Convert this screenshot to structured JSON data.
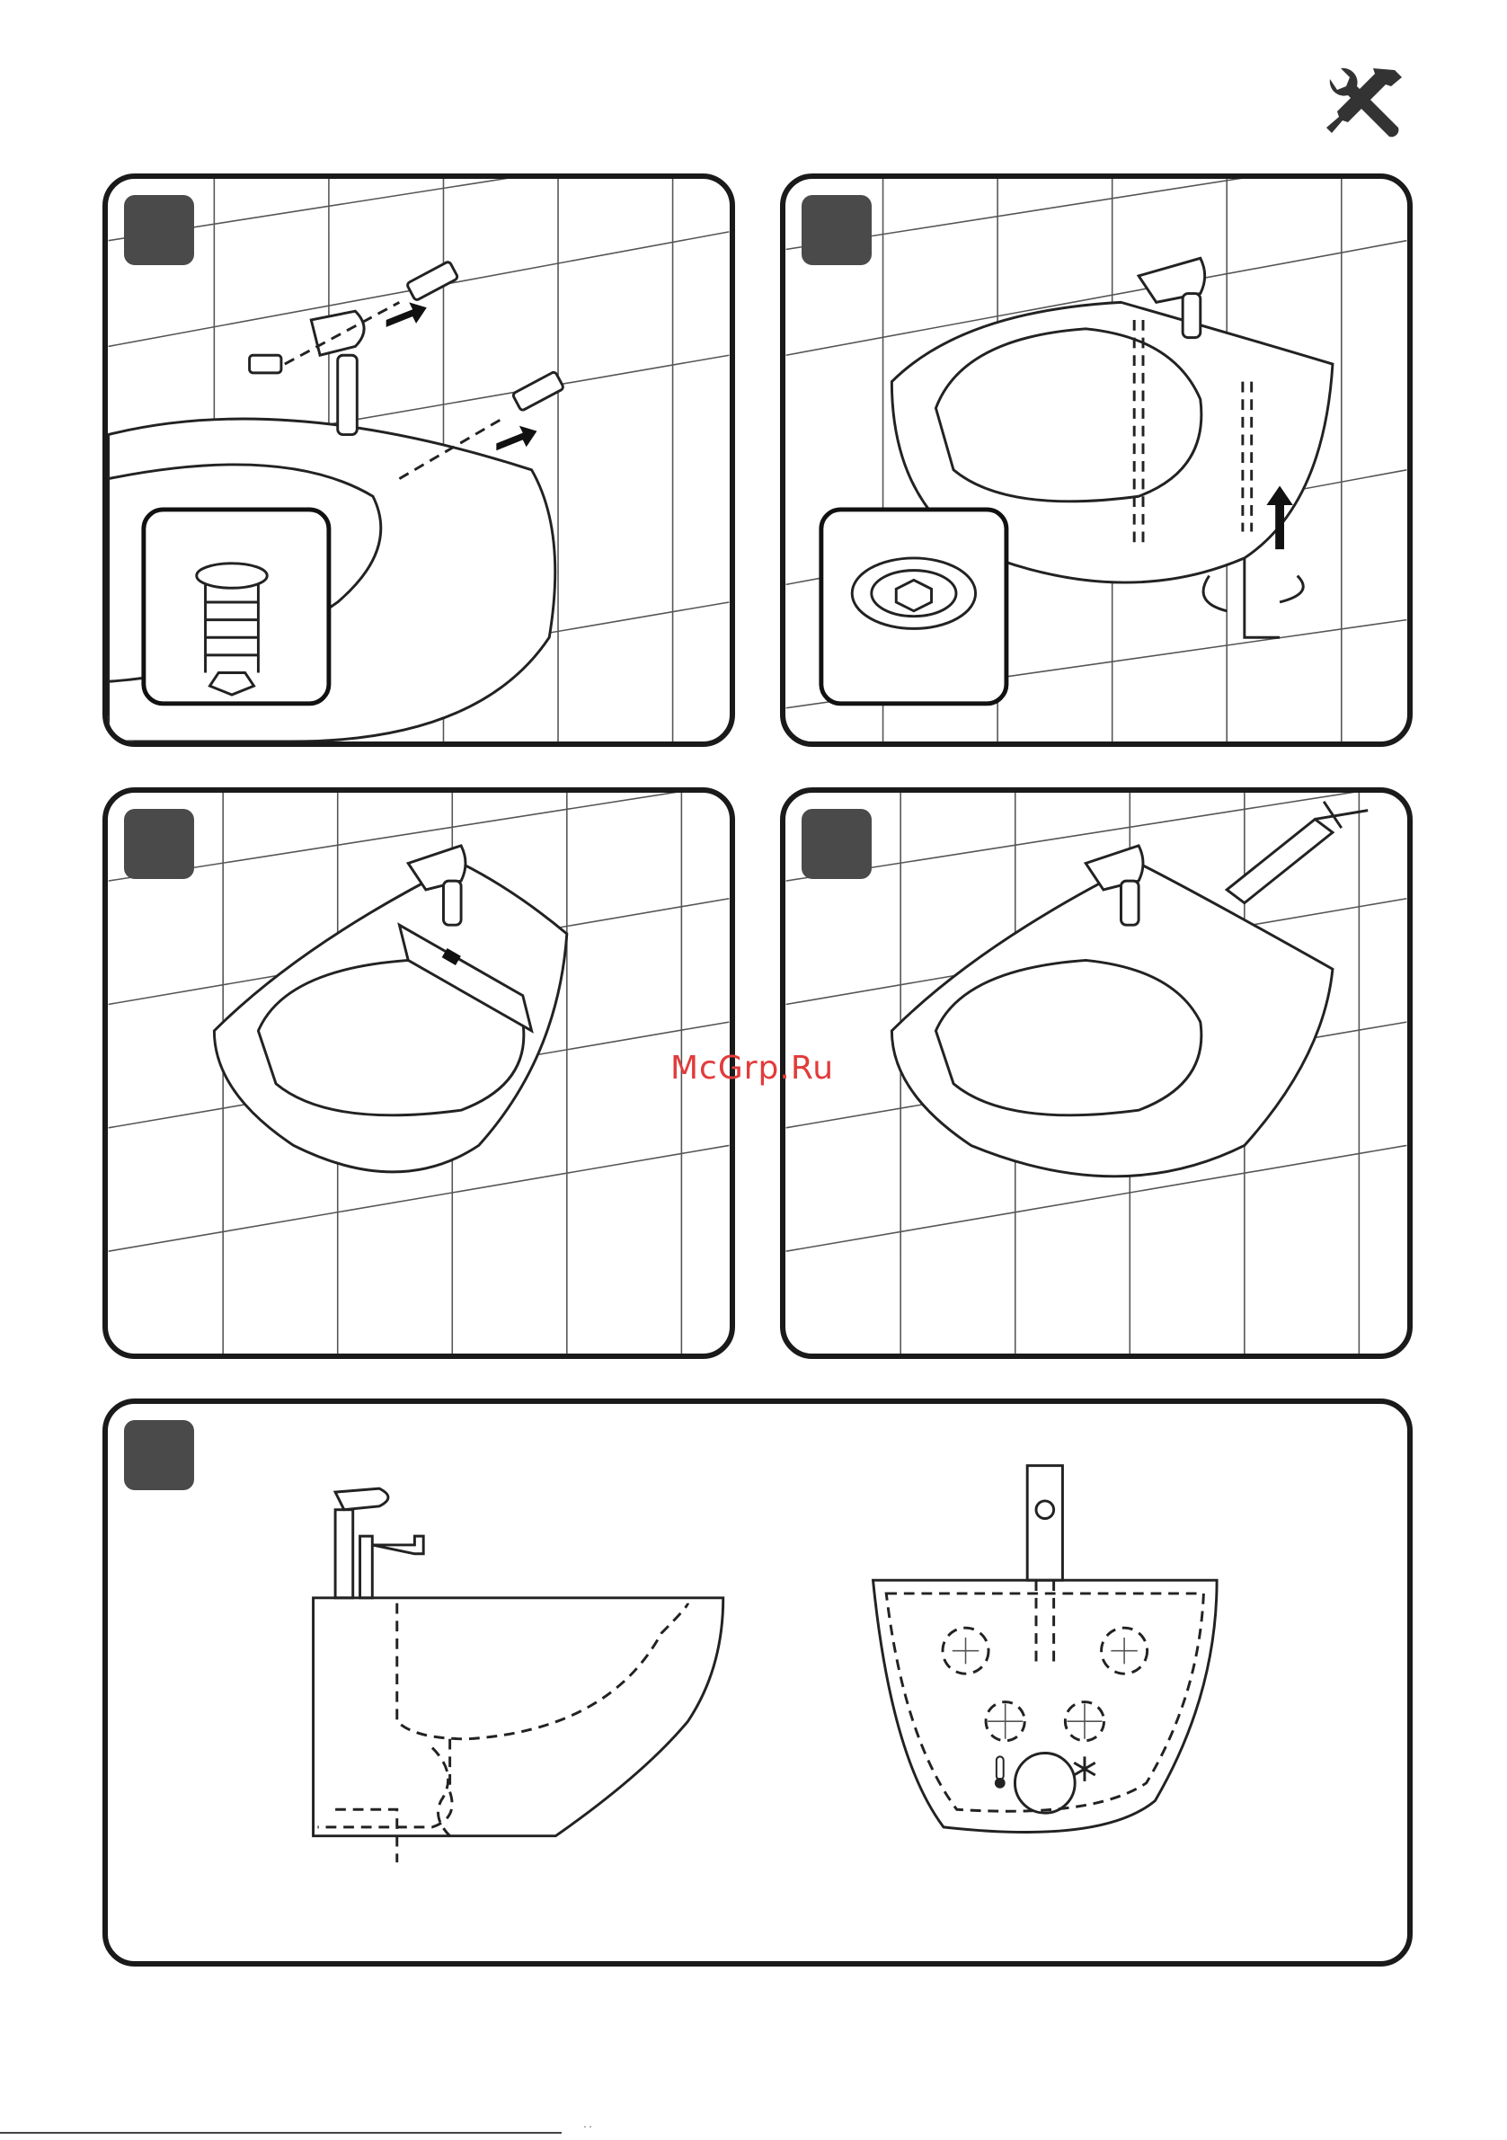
{
  "header": {
    "icon": "wrench-screwdriver-icon"
  },
  "panels": [
    {
      "step": "",
      "content": "wall-anchors-insert"
    },
    {
      "step": "",
      "content": "bidet-mount-tighten"
    },
    {
      "step": "",
      "content": "level-check"
    },
    {
      "step": "",
      "content": "silicone-seal"
    },
    {
      "step": "",
      "content": "connection-diagram"
    }
  ],
  "diagram": {
    "hot_icon": "thermometer-hot-icon",
    "cold_icon": "snowflake-icon"
  },
  "watermark": {
    "text": "McGrp.Ru"
  },
  "footer": {
    "mark": "˙˙"
  }
}
